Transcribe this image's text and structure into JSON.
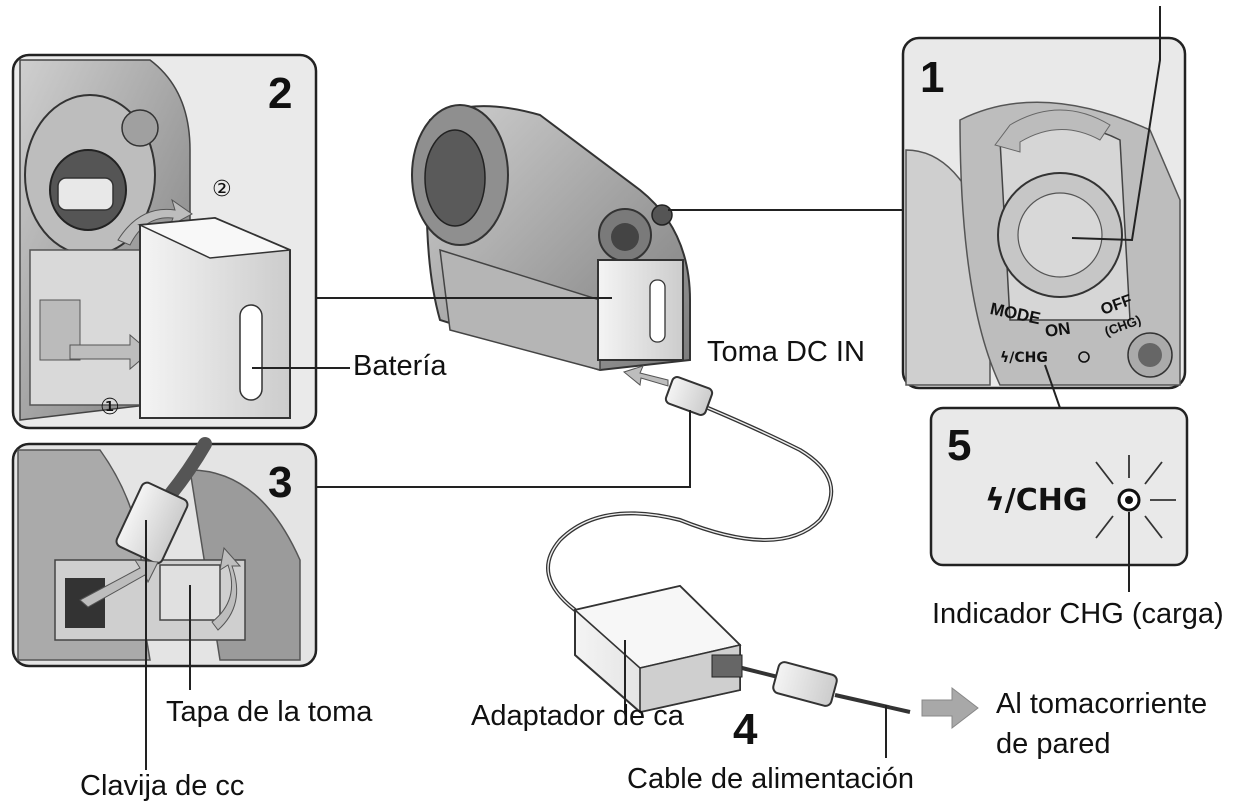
{
  "steps": {
    "s1": "1",
    "s2": "2",
    "s3": "3",
    "s4": "4",
    "s5": "5"
  },
  "labels": {
    "bateria": "Batería",
    "toma_dc_in": "Toma DC IN",
    "indicador_chg": "Indicador CHG (carga)",
    "tapa_toma": "Tapa de la toma",
    "clavija_cc": "Clavija de cc",
    "adaptador_ca": "Adaptador de ca",
    "cable_alimentacion": "Cable de alimentación",
    "tomacorriente_1": "Al tomacorriente",
    "tomacorriente_2": "de pared"
  },
  "panel1": {
    "mode": "MODE",
    "on": "ON",
    "off": "OFF",
    "chg": "(CHG)",
    "flash_chg": "ϟ/CHG"
  },
  "panel5": {
    "flash_chg": "ϟ/CHG"
  },
  "panel2": {
    "circ1": "①",
    "circ2": "②"
  },
  "colors": {
    "line": "#222222",
    "panel_bg": "#e9e9e9",
    "arrow_fill": "#a8a8a8"
  }
}
